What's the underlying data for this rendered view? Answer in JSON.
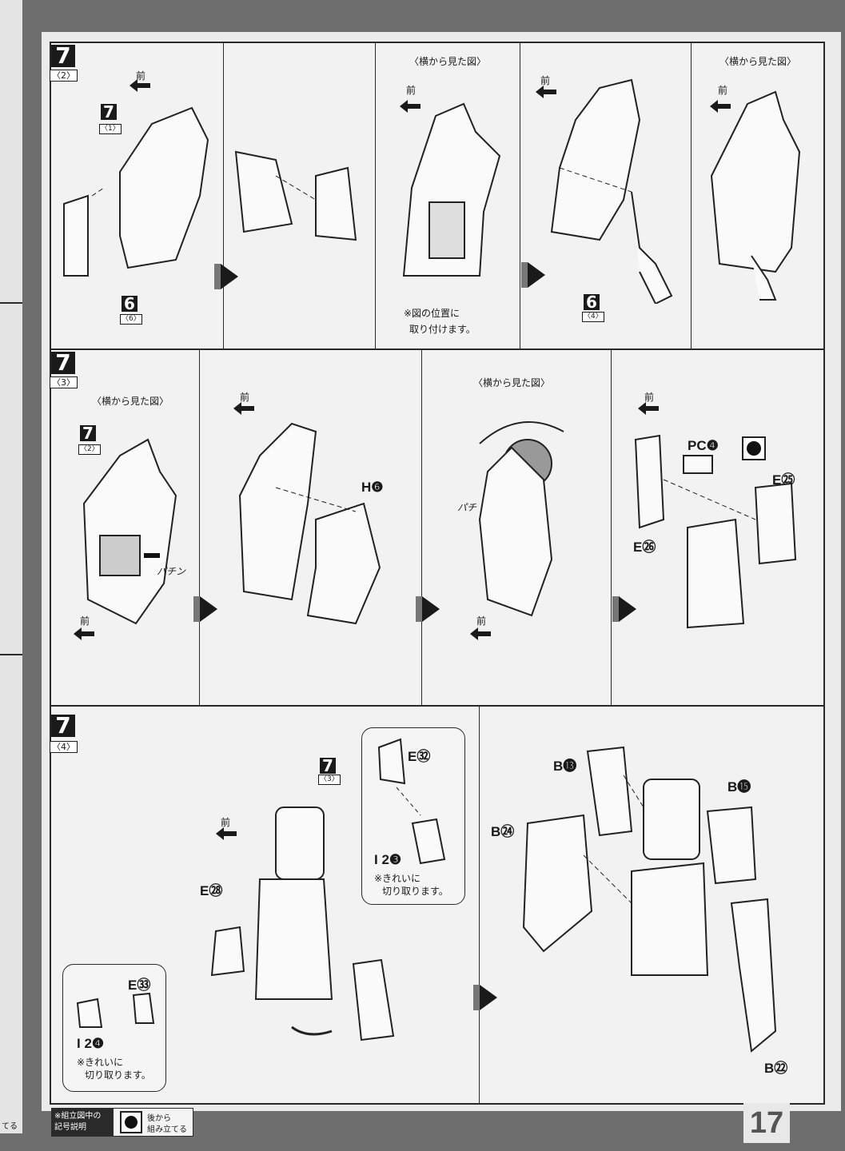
{
  "page_number": "17",
  "left_margin": {
    "fragment": "てる"
  },
  "row1": {
    "step": "7",
    "sub": "〈2〉",
    "front": "前",
    "side_view": "〈横から見た図〉",
    "ref1": {
      "num": "7",
      "sub": "〈1〉"
    },
    "ref2": {
      "num": "6",
      "sub": "〈6〉"
    },
    "ref3": {
      "num": "6",
      "sub": "〈4〉"
    },
    "note_line1": "※図の位置に",
    "note_line2": "取り付けます。"
  },
  "row2": {
    "step": "7",
    "sub": "〈3〉",
    "front": "前",
    "side_view": "〈横から見た図〉",
    "ref": {
      "num": "7",
      "sub": "〈2〉"
    },
    "snap": "パチン",
    "snap2": "パチ",
    "labels": {
      "h6": "H❻",
      "pc4": "PC❹",
      "e25": "E㉕",
      "e26": "E㉖"
    }
  },
  "row3": {
    "step": "7",
    "sub": "〈4〉",
    "front": "前",
    "ref": {
      "num": "7",
      "sub": "〈3〉"
    },
    "labels": {
      "e28": "E㉘",
      "e32": "E㉜",
      "e33": "E㉝",
      "i23": "I 2❸",
      "i24": "I 2❹",
      "b13": "B⓭",
      "b15": "B⓯",
      "b24": "B㉔",
      "b22": "B㉒"
    },
    "cut_line1": "※きれいに",
    "cut_line2": "切り取ります。"
  },
  "legend": {
    "head_line1": "※組立図中の",
    "head_line2": "記号説明",
    "item_line1": "後から",
    "item_line2": "組み立てる"
  }
}
